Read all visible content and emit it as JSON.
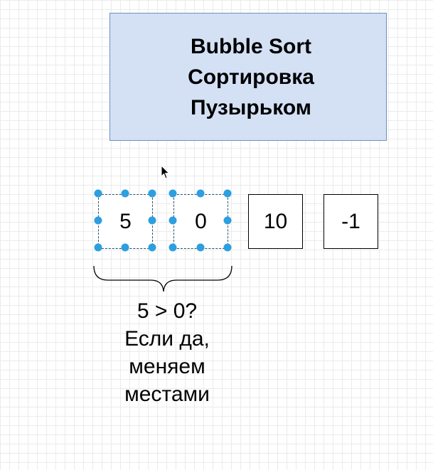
{
  "title": {
    "line1": "Bubble Sort",
    "line2": "Сортировка",
    "line3": "Пузырьком"
  },
  "array": [
    {
      "value": "5",
      "selected": true
    },
    {
      "value": "0",
      "selected": true
    },
    {
      "value": "10",
      "selected": false
    },
    {
      "value": "-1",
      "selected": false
    }
  ],
  "note": {
    "question": "5 > 0?",
    "line2": "Если да,",
    "line3": "меняем",
    "line4": "местами"
  },
  "colors": {
    "title_fill": "#d4e1f5",
    "title_border": "#6c8ebf",
    "selection_handle": "#2d9fe0"
  }
}
